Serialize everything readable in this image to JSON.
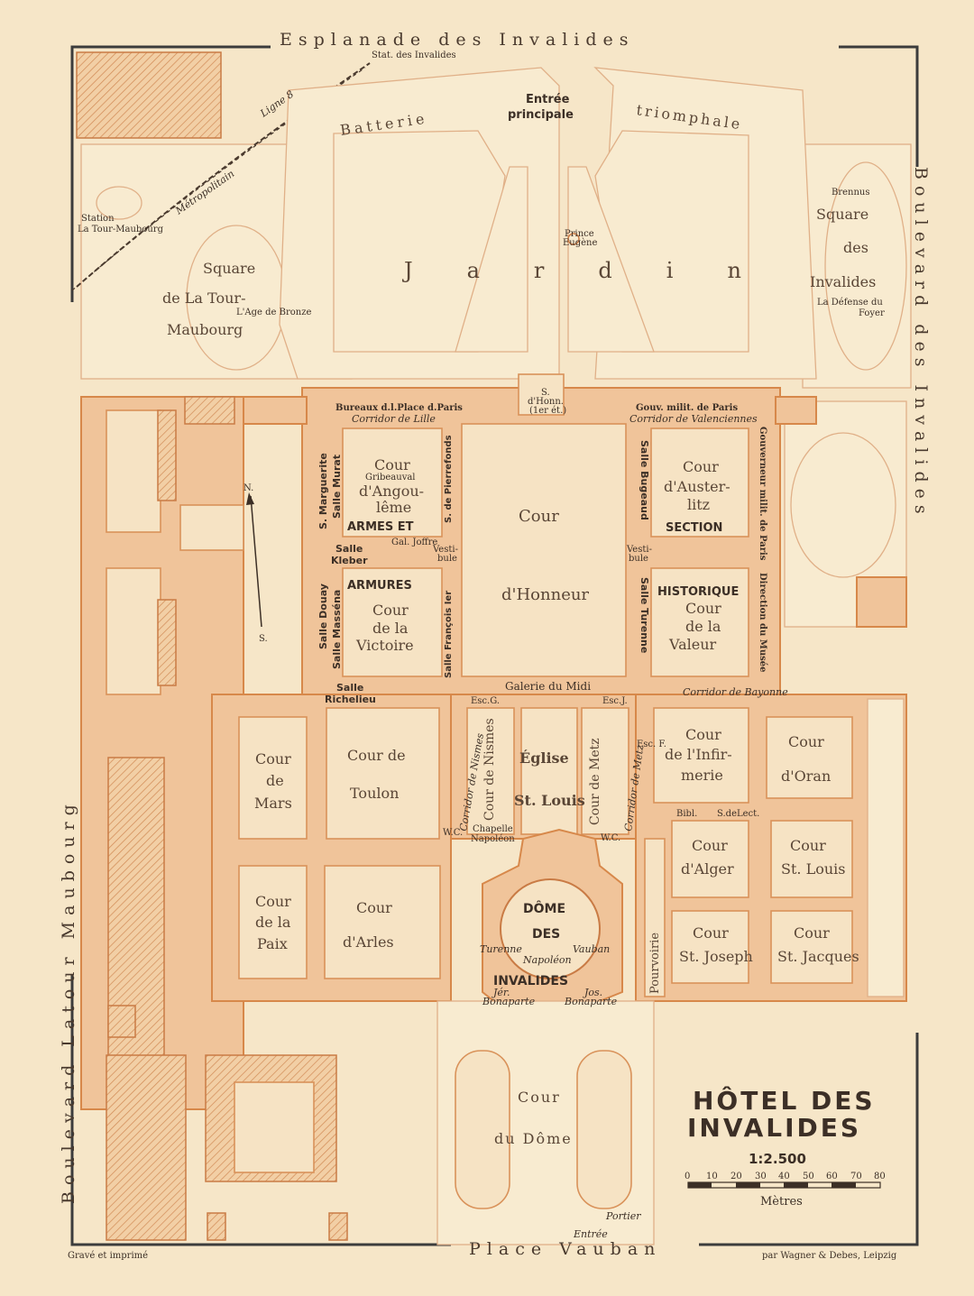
{
  "map": {
    "title_line1": "HÔTEL DES",
    "title_line2": "INVALIDES",
    "scale": "1:2.500",
    "scale_ticks": [
      "0",
      "10",
      "20",
      "30",
      "40",
      "50",
      "60",
      "70",
      "80"
    ],
    "scale_unit": "Mètres",
    "credit_left": "Gravé et imprimé",
    "credit_right": "par Wagner & Debes, Leipzig",
    "colors": {
      "paper": "#f6e6c8",
      "building": "#f0c49a",
      "outline": "#d7884a",
      "ink": "#3c2f26",
      "frame": "#3c3c3c"
    }
  },
  "streets": {
    "top": "Esplanade des Invalides",
    "bottom": "Place Vauban",
    "left": "Boulevard Latour Maubourg",
    "right": "Boulevard des Invalides"
  },
  "labels": {
    "stat_invalides": "Stat. des Invalides",
    "ligne": "Ligne 8",
    "metropolitain": "Métropolitain",
    "station": "Station",
    "la_tour_maubourg": "La Tour-Maubourg",
    "entree_1": "Entrée",
    "entree_2": "principale",
    "batterie": "Batterie",
    "triomphale": "triomphale",
    "jardin": "Jardin",
    "prince_1": "Prince",
    "prince_2": "Eugène",
    "square_tm_1": "Square",
    "square_tm_2": "de La Tour-",
    "square_tm_3": "Maubourg",
    "age_bronze": "L'Age de Bronze",
    "brennus": "Brennus",
    "square_inv_1": "Square",
    "square_inv_2": "des",
    "square_inv_3": "Invalides",
    "defense_1": "La Défense du",
    "defense_2": "Foyer",
    "bureaux": "Bureaux d.l.Place d.Paris",
    "gouv": "Gouv. milit. de Paris",
    "s_honn_1": "S.",
    "s_honn_2": "d'Honn.",
    "s_honn_3": "(1er ét.)",
    "corridor_lille": "Corridor de Lille",
    "corridor_valenciennes": "Corridor de Valenciennes",
    "corridor_bayonne": "Corridor de Bayonne",
    "corridor_nismes": "Corridor de Nismes",
    "corridor_metz": "Corridor de Metz",
    "s_marguerite": "S. Marguerite",
    "salle_murat": "Salle Murat",
    "cour_ang_1": "Cour",
    "gribeauval": "Gribeauval",
    "cour_ang_2": "d'Angou-",
    "cour_ang_3": "lême",
    "armes_et": "ARMES ET",
    "s_pierrefonds": "S. de Pierrefonds",
    "cour_honneur_1": "Cour",
    "cour_honneur_2": "d'Honneur",
    "salle_bugeaud": "Salle Bugeaud",
    "cour_aust_1": "Cour",
    "cour_aust_2": "d'Auster-",
    "cour_aust_3": "litz",
    "section": "SECTION",
    "gouverneur": "Gouverneur milit. de Paris",
    "salle_kleber_1": "Salle",
    "salle_kleber_2": "Kleber",
    "gal_joffre": "Gal. Joffre",
    "vestibule_1": "Vesti-",
    "vestibule_2": "bule",
    "vestibule_r_1": "Vesti-",
    "vestibule_r_2": "bule",
    "armures": "ARMURES",
    "historique": "HISTORIQUE",
    "salle_douay": "Salle Douay",
    "salle_massena": "Salle Masséna",
    "cour_vict_1": "Cour",
    "cour_vict_2": "de la",
    "cour_vict_3": "Victoire",
    "salle_francois": "Salle François Ier",
    "salle_turenne": "Salle Turenne",
    "cour_val_1": "Cour",
    "cour_val_2": "de la",
    "cour_val_3": "Valeur",
    "direction": "Direction du Musée",
    "salle_rich_1": "Salle",
    "salle_rich_2": "Richelieu",
    "galerie_midi": "Galerie du Midi",
    "esc_g": "Esc.G.",
    "esc_j": "Esc.J.",
    "esc_f": "Esc. F.",
    "cour_mars_1": "Cour",
    "cour_mars_2": "de",
    "cour_mars_3": "Mars",
    "cour_toulon_1": "Cour de",
    "cour_toulon_2": "Toulon",
    "cour_nismes": "Cour de Nismes",
    "eglise_1": "Église",
    "eglise_2": "St. Louis",
    "cour_metz": "Cour de Metz",
    "cour_inf_1": "Cour",
    "cour_inf_2": "de l'Infir-",
    "cour_inf_3": "merie",
    "cour_oran_1": "Cour",
    "cour_oran_2": "d'Oran",
    "chapelle_1": "Chapelle",
    "chapelle_2": "Napoléon",
    "wc_1": "W.C.",
    "wc_2": "W.C.",
    "bibl": "Bibl.",
    "sdelect": "S.deLect.",
    "cour_paix_1": "Cour",
    "cour_paix_2": "de la",
    "cour_paix_3": "Paix",
    "cour_arles_1": "Cour",
    "cour_arles_2": "d'Arles",
    "dome_1": "DÔME",
    "dome_2": "DES",
    "dome_3": "INVALIDES",
    "turenne": "Turenne",
    "napoleon": "Napoléon",
    "vauban": "Vauban",
    "jer_1": "Jér.",
    "jer_2": "Bonaparte",
    "jos_1": "Jos.",
    "jos_2": "Bonaparte",
    "pourvoirie": "Pourvoirie",
    "cour_alger_1": "Cour",
    "cour_alger_2": "d'Alger",
    "cour_stlouis_1": "Cour",
    "cour_stlouis_2": "St. Louis",
    "cour_joseph_1": "Cour",
    "cour_joseph_2": "St. Joseph",
    "cour_jacques_1": "Cour",
    "cour_jacques_2": "St. Jacques",
    "cour_dome_1": "Cour",
    "cour_dome_2": "du Dôme",
    "portier": "Portier",
    "entree_bas": "Entrée",
    "north": "N.",
    "south": "S."
  }
}
